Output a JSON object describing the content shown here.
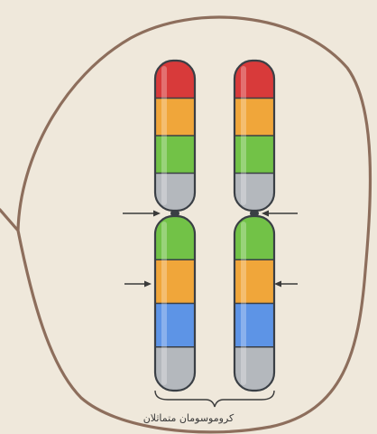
{
  "caption": "کروموسومان متماثلان",
  "colors": {
    "background": "#efe8db",
    "cell_outline": "#8d6e5c",
    "red": "#d83a3a",
    "orange": "#f0a63a",
    "green": "#72c247",
    "gray": "#b4b8bd",
    "blue": "#5d94e6",
    "outline": "#3a3f45",
    "arrow": "#3a3a3a"
  },
  "chromosomes": [
    {
      "name": "chromosome-left",
      "upper_arm": [
        "red",
        "orange",
        "green",
        "gray"
      ],
      "lower_arm": [
        "green",
        "orange",
        "blue",
        "gray"
      ]
    },
    {
      "name": "chromosome-right",
      "upper_arm": [
        "red",
        "orange",
        "green",
        "gray"
      ],
      "lower_arm": [
        "green",
        "orange",
        "blue",
        "gray"
      ]
    }
  ]
}
